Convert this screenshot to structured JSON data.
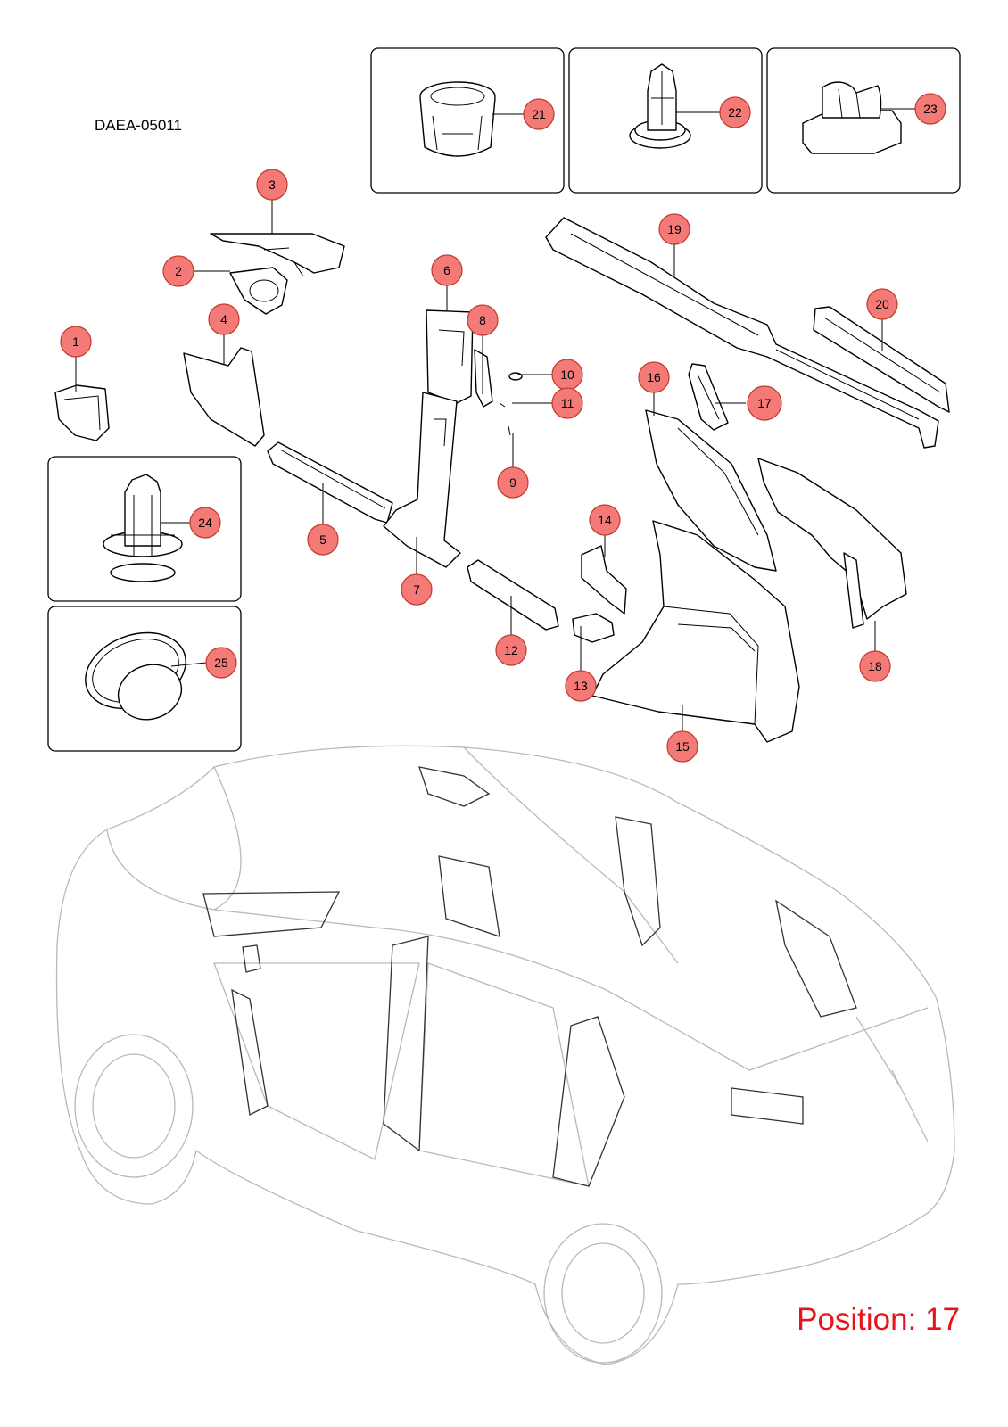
{
  "diagram": {
    "code": "DAEA-05011",
    "position_label": "Position: 17",
    "highlighted_callout": "17",
    "accent_color": "#e8141b",
    "highlight_color": "#1020ff",
    "callout_color": "#f47a77",
    "callouts": [
      {
        "id": "c1",
        "label": "1"
      },
      {
        "id": "c2",
        "label": "2"
      },
      {
        "id": "c3",
        "label": "3"
      },
      {
        "id": "c4",
        "label": "4"
      },
      {
        "id": "c5",
        "label": "5"
      },
      {
        "id": "c6",
        "label": "6"
      },
      {
        "id": "c7",
        "label": "7"
      },
      {
        "id": "c8",
        "label": "8"
      },
      {
        "id": "c9",
        "label": "9"
      },
      {
        "id": "c10",
        "label": "10"
      },
      {
        "id": "c11",
        "label": "11"
      },
      {
        "id": "c12",
        "label": "12"
      },
      {
        "id": "c13",
        "label": "13"
      },
      {
        "id": "c14",
        "label": "14"
      },
      {
        "id": "c15",
        "label": "15"
      },
      {
        "id": "c16",
        "label": "16"
      },
      {
        "id": "c17",
        "label": "17"
      },
      {
        "id": "c18",
        "label": "18"
      },
      {
        "id": "c19",
        "label": "19"
      },
      {
        "id": "c20",
        "label": "20"
      },
      {
        "id": "c21",
        "label": "21"
      },
      {
        "id": "c22",
        "label": "22"
      },
      {
        "id": "c23",
        "label": "23"
      },
      {
        "id": "c24",
        "label": "24"
      },
      {
        "id": "c25",
        "label": "25"
      }
    ]
  }
}
